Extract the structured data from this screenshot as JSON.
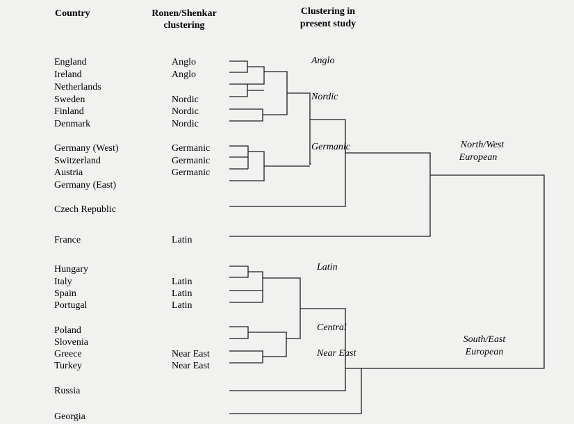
{
  "headers": {
    "country": "Country",
    "ronen_line1": "Ronen/Shenkar",
    "ronen_line2": "clustering",
    "present_line1": "Clustering in",
    "present_line2": "present study"
  },
  "rows": [
    {
      "country": "England",
      "ronen": "Anglo"
    },
    {
      "country": "Ireland",
      "ronen": "Anglo"
    },
    {
      "country": "Netherlands",
      "ronen": ""
    },
    {
      "country": "Sweden",
      "ronen": "Nordic"
    },
    {
      "country": "Finland",
      "ronen": "Nordic"
    },
    {
      "country": "Denmark",
      "ronen": "Nordic"
    },
    {
      "country": "Germany (West)",
      "ronen": "Germanic"
    },
    {
      "country": "Switzerland",
      "ronen": "Germanic"
    },
    {
      "country": "Austria",
      "ronen": "Germanic"
    },
    {
      "country": "Germany (East)",
      "ronen": ""
    },
    {
      "country": "Czech Republic",
      "ronen": ""
    },
    {
      "country": "France",
      "ronen": "Latin"
    },
    {
      "country": "Hungary",
      "ronen": ""
    },
    {
      "country": "Italy",
      "ronen": "Latin"
    },
    {
      "country": "Spain",
      "ronen": "Latin"
    },
    {
      "country": "Portugal",
      "ronen": "Latin"
    },
    {
      "country": "Poland",
      "ronen": ""
    },
    {
      "country": "Slovenia",
      "ronen": ""
    },
    {
      "country": "Greece",
      "ronen": "Near East"
    },
    {
      "country": "Turkey",
      "ronen": "Near East"
    },
    {
      "country": "Russia",
      "ronen": ""
    },
    {
      "country": "Georgia",
      "ronen": ""
    }
  ],
  "clusters": {
    "anglo": "Anglo",
    "nordic": "Nordic",
    "germanic": "Germanic",
    "latin": "Latin",
    "central": "Central",
    "near_east": "Near East",
    "nw_line1": "North/West",
    "nw_line2": "European",
    "se_line1": "South/East",
    "se_line2": "European"
  },
  "colors": {
    "background": "#f1f1f0",
    "ink": "#1c1c1c"
  }
}
